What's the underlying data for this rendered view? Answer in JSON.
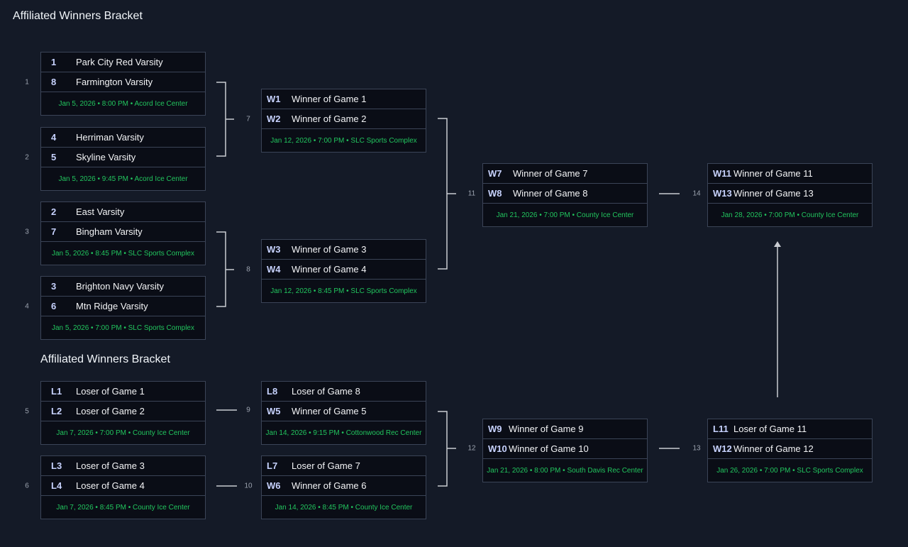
{
  "titles": {
    "main": "Affiliated Winners Bracket",
    "second": "Affiliated Winners Bracket"
  },
  "colors": {
    "background": "#141a27",
    "box": "#0a0d16",
    "border": "#3b4457",
    "date": "#22c55e",
    "seed": "#c7d2fe"
  },
  "games": [
    {
      "game": "1",
      "teams": [
        {
          "seed": "1",
          "name": "Park City Red Varsity"
        },
        {
          "seed": "8",
          "name": "Farmington Varsity"
        }
      ],
      "info": "Jan 5, 2026 • 8:00 PM • Acord Ice Center"
    },
    {
      "game": "2",
      "teams": [
        {
          "seed": "4",
          "name": "Herriman Varsity"
        },
        {
          "seed": "5",
          "name": "Skyline Varsity"
        }
      ],
      "info": "Jan 5, 2026 • 9:45 PM • Acord Ice Center"
    },
    {
      "game": "3",
      "teams": [
        {
          "seed": "2",
          "name": "East Varsity"
        },
        {
          "seed": "7",
          "name": "Bingham Varsity"
        }
      ],
      "info": "Jan 5, 2026 • 8:45 PM • SLC Sports Complex"
    },
    {
      "game": "4",
      "teams": [
        {
          "seed": "3",
          "name": "Brighton Navy Varsity"
        },
        {
          "seed": "6",
          "name": "Mtn Ridge Varsity"
        }
      ],
      "info": "Jan 5, 2026 • 7:00 PM • SLC Sports Complex"
    },
    {
      "game": "7",
      "teams": [
        {
          "seed": "W1",
          "name": "Winner of Game 1"
        },
        {
          "seed": "W2",
          "name": "Winner of Game 2"
        }
      ],
      "info": "Jan 12, 2026 • 7:00 PM • SLC Sports Complex"
    },
    {
      "game": "8",
      "teams": [
        {
          "seed": "W3",
          "name": "Winner of Game 3"
        },
        {
          "seed": "W4",
          "name": "Winner of Game 4"
        }
      ],
      "info": "Jan 12, 2026 • 8:45 PM • SLC Sports Complex"
    },
    {
      "game": "11",
      "teams": [
        {
          "seed": "W7",
          "name": "Winner of Game 7"
        },
        {
          "seed": "W8",
          "name": "Winner of Game 8"
        }
      ],
      "info": "Jan 21, 2026 • 7:00 PM • County Ice Center"
    },
    {
      "game": "14",
      "teams": [
        {
          "seed": "W11",
          "name": "Winner of Game 11"
        },
        {
          "seed": "W13",
          "name": "Winner of Game 13"
        }
      ],
      "info": "Jan 28, 2026 • 7:00 PM • County Ice Center"
    },
    {
      "game": "5",
      "teams": [
        {
          "seed": "L1",
          "name": "Loser of Game 1"
        },
        {
          "seed": "L2",
          "name": "Loser of Game 2"
        }
      ],
      "info": "Jan 7, 2026 • 7:00 PM • County Ice Center"
    },
    {
      "game": "6",
      "teams": [
        {
          "seed": "L3",
          "name": "Loser of Game 3"
        },
        {
          "seed": "L4",
          "name": "Loser of Game 4"
        }
      ],
      "info": "Jan 7, 2026 • 8:45 PM • County Ice Center"
    },
    {
      "game": "9",
      "teams": [
        {
          "seed": "L8",
          "name": "Loser of Game 8"
        },
        {
          "seed": "W5",
          "name": "Winner of Game 5"
        }
      ],
      "info": "Jan 14, 2026 • 9:15 PM • Cottonwood Rec Center"
    },
    {
      "game": "10",
      "teams": [
        {
          "seed": "L7",
          "name": "Loser of Game 7"
        },
        {
          "seed": "W6",
          "name": "Winner of Game 6"
        }
      ],
      "info": "Jan 14, 2026 • 8:45 PM • County Ice Center"
    },
    {
      "game": "12",
      "teams": [
        {
          "seed": "W9",
          "name": "Winner of Game 9"
        },
        {
          "seed": "W10",
          "name": "Winner of Game 10"
        }
      ],
      "info": "Jan 21, 2026 • 8:00 PM • South Davis Rec Center"
    },
    {
      "game": "13",
      "teams": [
        {
          "seed": "L11",
          "name": "Loser of Game 11"
        },
        {
          "seed": "W12",
          "name": "Winner of Game 12"
        }
      ],
      "info": "Jan 26, 2026 • 7:00 PM • SLC Sports Complex"
    }
  ]
}
